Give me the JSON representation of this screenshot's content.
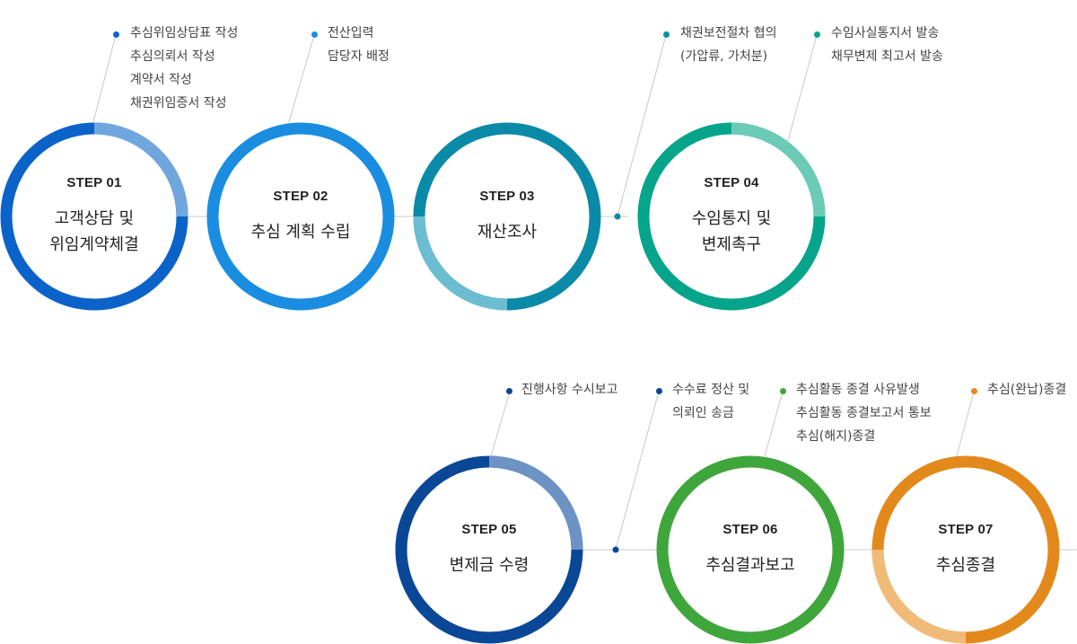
{
  "colors": {
    "step_01": {
      "main": "#0b63c9",
      "light": "#6fa6de"
    },
    "step_02": {
      "main": "#1a8de0",
      "light": "#1a8de0"
    },
    "step_03": {
      "main": "#0a8aa6",
      "light": "#6cbdd1"
    },
    "step_04": {
      "main": "#06a58b",
      "light": "#6ccbb7"
    },
    "step_05": {
      "main": "#0a4796",
      "light": "#6d93c5"
    },
    "step_06": {
      "main": "#3fa63b",
      "light": "#3fa63b"
    },
    "step_07": {
      "main": "#e3891b",
      "light": "#f0bb78"
    },
    "connector": "#c8c8c8"
  },
  "steps": [
    {
      "label": "STEP 01",
      "title": [
        "고객상담 및",
        "위임계약체결"
      ],
      "notes": [
        "추심위임상담표 작성",
        "추심의뢰서 작성",
        "계약서 작성",
        "채권위임증서 작성"
      ]
    },
    {
      "label": "STEP 02",
      "title": [
        "추심 계획 수립"
      ],
      "notes": [
        "전산입력",
        "담당자 배정"
      ]
    },
    {
      "label": "STEP 03",
      "title": [
        "재산조사"
      ],
      "notes": [
        "채권보전절차 협의",
        "(가압류, 가처분)"
      ]
    },
    {
      "label": "STEP 04",
      "title": [
        "수임통지 및",
        "변제촉구"
      ],
      "notes": [
        "수임사실통지서 발송",
        "채무변제 최고서 발송"
      ]
    },
    {
      "label": "STEP 05",
      "title": [
        "변제금 수령"
      ],
      "notes": [
        "진행사항 수시보고"
      ]
    },
    {
      "label": "STEP 06",
      "title": [
        "추심결과보고"
      ],
      "notes": [
        "수수료 정산 및",
        "의뢰인 송금"
      ]
    },
    {
      "label": "STEP 07",
      "title": [
        "추심종결"
      ],
      "notes": [
        "추심활동 종결 사유발생",
        "추심활동 종결보고서 통보",
        "추심(해지)종결"
      ]
    }
  ],
  "extra_note": [
    "추심(완납)종결"
  ]
}
